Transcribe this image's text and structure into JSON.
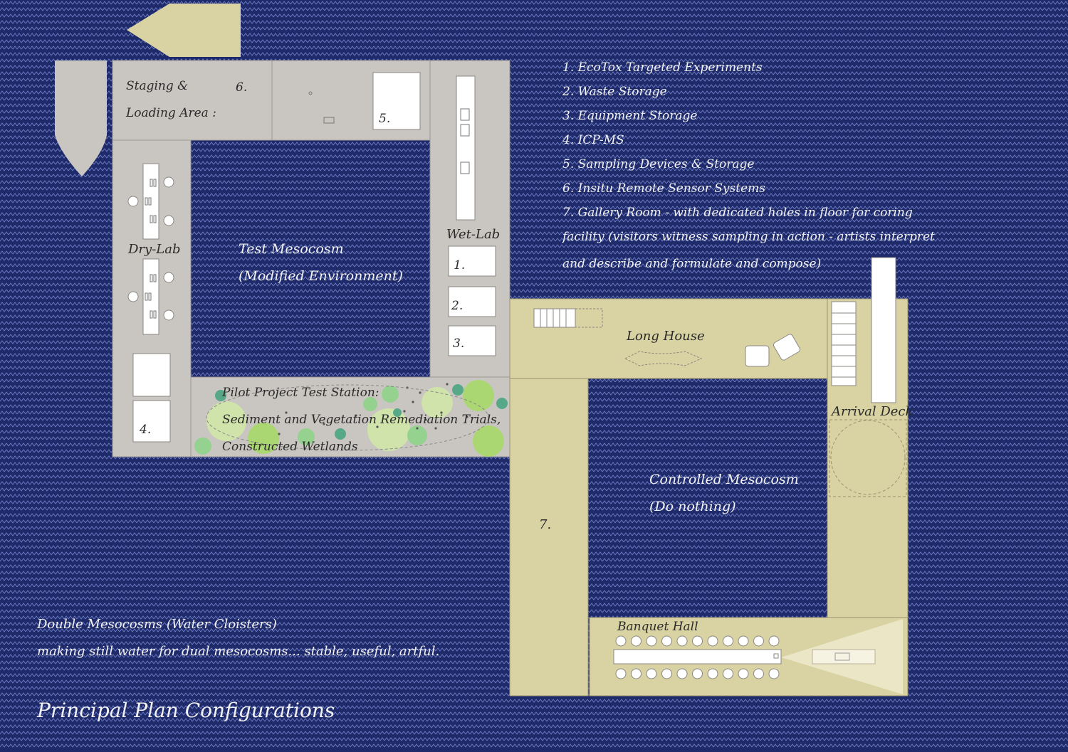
{
  "colors": {
    "water": "#1f2a6b",
    "zigzag": "#6f7fc4",
    "grey_room": "#c9c6c2",
    "tan_room": "#d9d2a3",
    "white": "#ffffff",
    "green_light": "#cfe6a8",
    "green_mid": "#8fd18a",
    "green_teal": "#4aa383",
    "green_lime": "#a7d86a"
  },
  "legend": [
    "1. EcoTox Targeted Experiments",
    "2. Waste Storage",
    "3. Equipment Storage",
    "4. ICP-MS",
    "5. Sampling Devices & Storage",
    "6. Insitu Remote Sensor Systems",
    "7. Gallery Room - with dedicated holes in floor for coring",
    "facility (visitors witness sampling in action - artists interpret",
    "and describe and formulate and compose)"
  ],
  "labels": {
    "staging_line1": "Staging &",
    "staging_line2": "Loading Area :",
    "num_6": "6.",
    "num_5": "5.",
    "wet_lab": "Wet-Lab",
    "num_1": "1.",
    "num_2": "2.",
    "num_3": "3.",
    "dry_lab": "Dry-Lab",
    "num_4": "4.",
    "test_line1": "Test Mesocosm",
    "test_line2": "(Modified Environment)",
    "pilot_line1": "Pilot Project Test Station:",
    "pilot_line2": "Sediment and Vegetation Remediation Trials,",
    "pilot_line3": "Constructed Wetlands",
    "long_house": "Long House",
    "arrival_deck": "Arrival Deck",
    "controlled_line1": "Controlled Mesocosm",
    "controlled_line2": "(Do nothing)",
    "num_7": "7.",
    "banquet_hall": "Banquet Hall"
  },
  "caption": {
    "line1": "Double Mesocosms (Water Cloisters)",
    "line2": "making still water for dual mesocosms... stable, useful, artful.",
    "title": "Principal Plan Configurations"
  }
}
